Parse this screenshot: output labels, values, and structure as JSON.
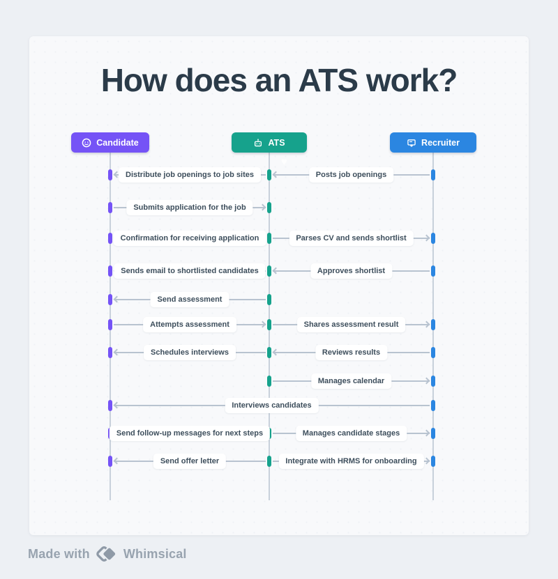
{
  "title": "How does an ATS work?",
  "actors": [
    {
      "id": "candidate",
      "label": "Candidate",
      "color": "#7553F6",
      "icon": "face-icon"
    },
    {
      "id": "ats",
      "label": "ATS",
      "color": "#16A28C",
      "icon": "robot-icon"
    },
    {
      "id": "recruiter",
      "label": "Recruiter",
      "color": "#2B86E1",
      "icon": "id-card-plus-icon"
    }
  ],
  "messages": [
    {
      "from": "ATS",
      "to": "Candidate",
      "label": "Distribute job openings to job sites"
    },
    {
      "from": "Recruiter",
      "to": "ATS",
      "label": "Posts  job openings"
    },
    {
      "from": "Candidate",
      "to": "ATS",
      "label": "Submits application for the job"
    },
    {
      "from": "ATS",
      "to": "Candidate",
      "label": "Confirmation for receiving application"
    },
    {
      "from": "ATS",
      "to": "Recruiter",
      "label": "Parses CV and sends shortlist"
    },
    {
      "from": "ATS",
      "to": "Candidate",
      "label": "Sends email to shortlisted candidates"
    },
    {
      "from": "Recruiter",
      "to": "ATS",
      "label": "Approves shortlist"
    },
    {
      "from": "ATS",
      "to": "Candidate",
      "label": "Send assessment"
    },
    {
      "from": "Candidate",
      "to": "ATS",
      "label": "Attempts assessment"
    },
    {
      "from": "ATS",
      "to": "Recruiter",
      "label": "Shares assessment result"
    },
    {
      "from": "ATS",
      "to": "Candidate",
      "label": "Schedules interviews"
    },
    {
      "from": "Recruiter",
      "to": "ATS",
      "label": "Reviews results"
    },
    {
      "from": "ATS",
      "to": "Recruiter",
      "label": "Manages calendar"
    },
    {
      "from": "Recruiter",
      "to": "Candidate",
      "label": "Interviews candidates"
    },
    {
      "from": "ATS",
      "to": "Candidate",
      "label": "Send follow-up messages for next steps"
    },
    {
      "from": "ATS",
      "to": "Recruiter",
      "label": "Manages candidate stages"
    },
    {
      "from": "ATS",
      "to": "Candidate",
      "label": "Send offer letter"
    },
    {
      "from": "ATS",
      "to": "Recruiter",
      "label": "Integrate with HRMS for onboarding"
    }
  ],
  "footer": {
    "made_with": "Made with",
    "brand": "Whimsical"
  },
  "colors": {
    "background": "#EDF0F4",
    "card": "#F8F9FB",
    "title_text": "#2B3B49",
    "lifeline": "#C8D1DB",
    "arrow": "#B8C3D0",
    "label_text": "#3D4E5C",
    "candidate": "#7553F6",
    "ats": "#16A28C",
    "recruiter": "#2B86E1",
    "footer_text": "#98A3AF"
  }
}
